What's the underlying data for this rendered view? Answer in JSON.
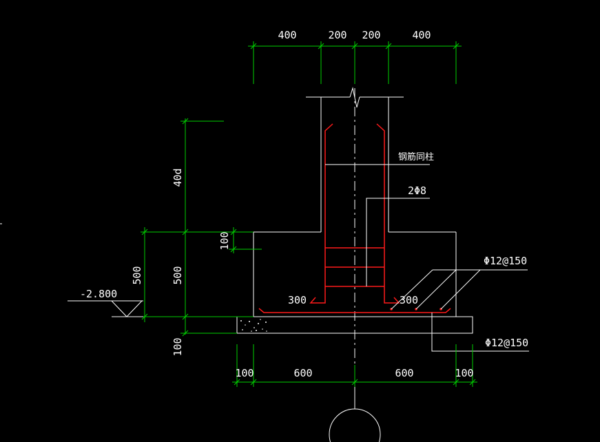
{
  "dimensions": {
    "top": [
      "400",
      "200",
      "200",
      "400"
    ],
    "bottom": [
      "100",
      "600",
      "600",
      "100"
    ],
    "left_inner": [
      "40d",
      "100",
      "500"
    ],
    "left_outer": [
      "500",
      "100"
    ],
    "bar_extensions": [
      "300",
      "300"
    ]
  },
  "elevation": "-2.800",
  "annotations": {
    "rebar_to_column": "钢筋同柱",
    "stirrups": "2Φ8",
    "top_mesh": "Φ12@150",
    "bottom_mesh": "Φ12@150"
  },
  "colors": {
    "background": "#000000",
    "outline": "#ffffff",
    "dimension": "#00d000",
    "rebar": "#ff1a1a"
  }
}
